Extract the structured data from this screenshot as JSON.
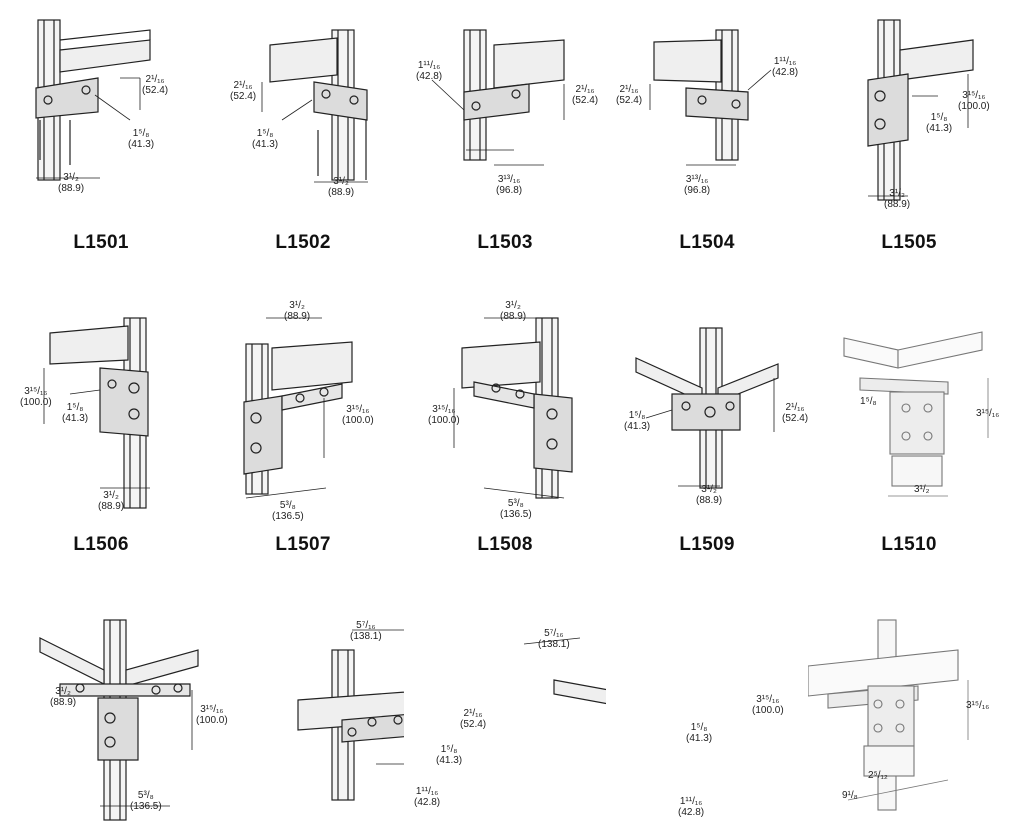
{
  "brackets": [
    {
      "code": "L1501",
      "dims": [
        [
          "2¹/₁₆",
          "(52.4)"
        ],
        [
          "1⁵/₈",
          "(41.3)"
        ],
        [
          "3¹/₂",
          "(88.9)"
        ]
      ]
    },
    {
      "code": "L1502",
      "dims": [
        [
          "2¹/₁₆",
          "(52.4)"
        ],
        [
          "1⁵/₈",
          "(41.3)"
        ],
        [
          "3¹/₂",
          "(88.9)"
        ]
      ]
    },
    {
      "code": "L1503",
      "dims": [
        [
          "1¹¹/₁₆",
          "(42.8)"
        ],
        [
          "2¹/₁₆",
          "(52.4)"
        ],
        [
          "3¹³/₁₆",
          "(96.8)"
        ]
      ]
    },
    {
      "code": "L1504",
      "dims": [
        [
          "2¹/₁₆",
          "(52.4)"
        ],
        [
          "1¹¹/₁₆",
          "(42.8)"
        ],
        [
          "3¹³/₁₆",
          "(96.8)"
        ]
      ]
    },
    {
      "code": "L1505",
      "dims": [
        [
          "3¹⁵/₁₆",
          "(100.0)"
        ],
        [
          "1⁵/₈",
          "(41.3)"
        ],
        [
          "3¹/₂",
          "(88.9)"
        ]
      ]
    },
    {
      "code": "L1506",
      "dims": [
        [
          "3¹⁵/₁₆",
          "(100.0)"
        ],
        [
          "1⁵/₈",
          "(41.3)"
        ],
        [
          "3¹/₂",
          "(88.9)"
        ]
      ]
    },
    {
      "code": "L1507",
      "dims": [
        [
          "3¹/₂",
          "(88.9)"
        ],
        [
          "3¹⁵/₁₆",
          "(100.0)"
        ],
        [
          "5³/₈",
          "(136.5)"
        ]
      ]
    },
    {
      "code": "L1508",
      "dims": [
        [
          "3¹/₂",
          "(88.9)"
        ],
        [
          "3¹⁵/₁₆",
          "(100.0)"
        ],
        [
          "5³/₈",
          "(136.5)"
        ]
      ]
    },
    {
      "code": "L1509",
      "dims": [
        [
          "1⁵/₈",
          "(41.3)"
        ],
        [
          "2¹/₁₆",
          "(52.4)"
        ],
        [
          "3¹/₂",
          "(88.9)"
        ]
      ]
    },
    {
      "code": "L1510",
      "dims": [
        [
          "1⁵/₈",
          ""
        ],
        [
          "3¹⁵/₁₆",
          ""
        ],
        [
          "3¹/₂",
          ""
        ]
      ]
    },
    {
      "code": "",
      "dims": [
        [
          "3¹/₂",
          "(88.9)"
        ],
        [
          "3¹⁵/₁₆",
          "(100.0)"
        ],
        [
          "5³/₈",
          "(136.5)"
        ]
      ]
    },
    {
      "code": "",
      "dims": [
        [
          "5⁷/₁₆",
          "(138.1)"
        ],
        [
          "2¹/₁₆",
          "(52.4)"
        ],
        [
          "1⁵/₈",
          "(41.3)"
        ],
        [
          "1¹¹/₁₆",
          "(42.8)"
        ]
      ]
    },
    {
      "code": "",
      "dims": [
        [
          "5⁷/₁₆",
          "(138.1)"
        ],
        [
          "3¹⁵/₁₆",
          "(100.0)"
        ],
        [
          "1⁵/₈",
          "(41.3)"
        ],
        [
          "1¹¹/₁₆",
          "(42.8)"
        ]
      ]
    },
    {
      "code": "",
      "dims": [
        [
          "3¹⁵/₁₆",
          ""
        ],
        [
          "2⁵/₁₂",
          ""
        ],
        [
          "9¹/₈",
          ""
        ]
      ]
    }
  ]
}
